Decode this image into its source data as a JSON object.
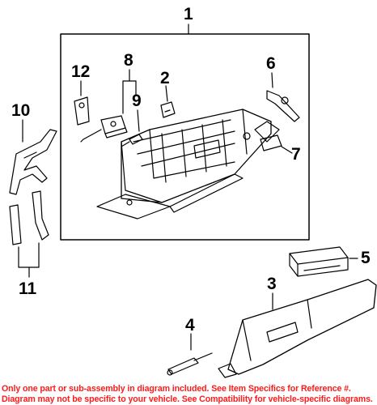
{
  "callouts": {
    "c1": "1",
    "c2": "2",
    "c3": "3",
    "c4": "4",
    "c5": "5",
    "c6": "6",
    "c7": "7",
    "c8": "8",
    "c9": "9",
    "c10": "10",
    "c11": "11",
    "c12": "12"
  },
  "footer": {
    "line1": "Only one part or sub-assembly in diagram included. See Item Specifics for Reference #.",
    "line2": "Diagram may not be specific to your vehicle. See Compatibility for vehicle-specific diagrams."
  },
  "colors": {
    "line": "#000000",
    "footer_text": "#ff1a1a",
    "background": "#ffffff"
  }
}
